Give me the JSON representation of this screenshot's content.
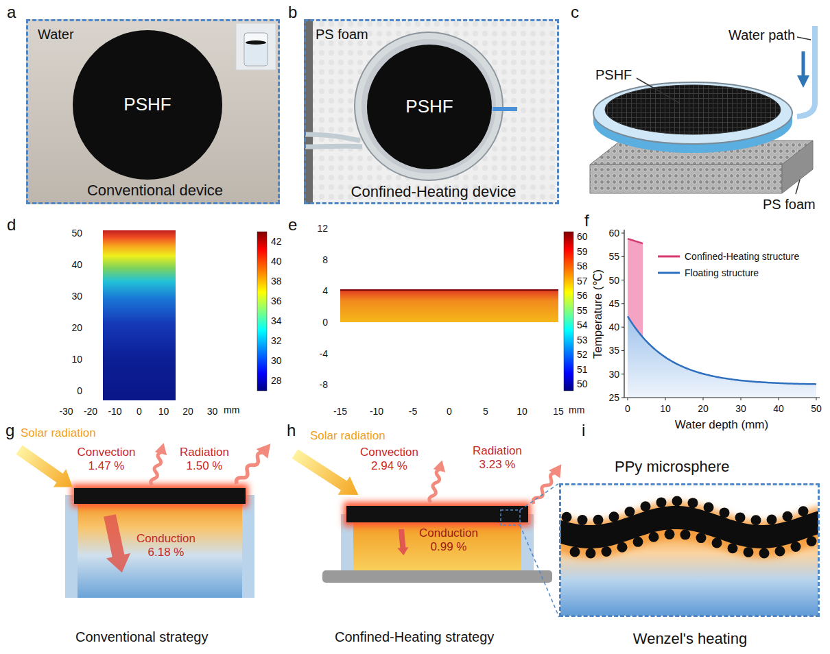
{
  "diagram": {
    "nodes": [
      {
        "text": [
          "Water",
          "Conventional device"
        ]
      },
      {
        "text": [
          "PSHF"
        ],
        "in": 0
      },
      {
        "text": [
          "PS foam",
          "Confined-Heating device"
        ]
      },
      {
        "text": [
          "PSHF"
        ],
        "in": 2
      },
      {
        "text": [
          "PPy microsphere",
          "Wenzel's heating"
        ]
      }
    ],
    "labels": [
      "a",
      "b",
      "c",
      "d",
      "e",
      "f",
      "g",
      "h",
      "i",
      "Water path",
      "PSHF",
      "PS foam",
      "0",
      "10",
      "20",
      "30",
      "40",
      "50",
      "-30",
      "-20",
      "-10",
      "0",
      "10",
      "20",
      "30",
      "mm",
      "28",
      "30",
      "32",
      "34",
      "36",
      "38",
      "40",
      "42",
      "-8",
      "-4",
      "0",
      "4",
      "8",
      "12",
      "-15",
      "-10",
      "-5",
      "0",
      "5",
      "10",
      "15",
      "mm",
      "50",
      "51",
      "52",
      "53",
      "54",
      "55",
      "56",
      "57",
      "58",
      "59",
      "60",
      "25",
      "30",
      "35",
      "40",
      "45",
      "50",
      "55",
      "60",
      "0",
      "10",
      "20",
      "30",
      "40",
      "50",
      "Temperature (℃)",
      "Water depth (mm)",
      "Solar radiation",
      "Convection 1.47 %",
      "Radiation 1.50 %",
      "Conduction 6.18 %",
      "Conventional strategy",
      "Solar radiation",
      "Convection 2.94 %",
      "Radiation 3.23 %",
      "Conduction 0.99 %",
      "Confined-Heating strategy"
    ],
    "legend": [
      {
        "text": "Confined-Heating structure"
      },
      {
        "text": "Floating structure"
      }
    ]
  }
}
